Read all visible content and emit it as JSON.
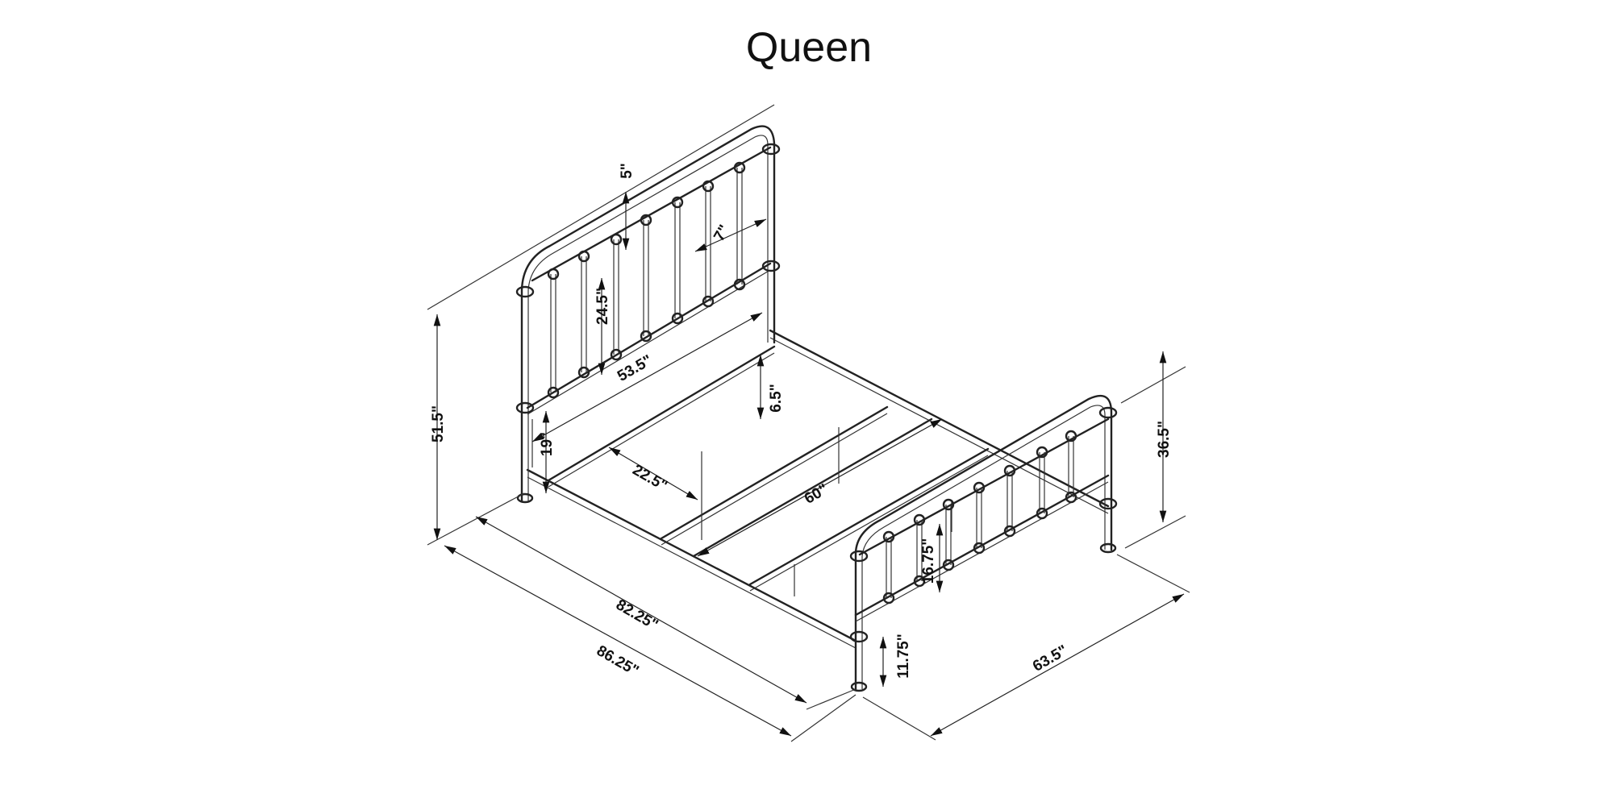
{
  "title": "Queen",
  "dimensions": {
    "spindle_top_gap": "5\"",
    "spindle_spacing": "7\"",
    "spindle_height": "24.5\"",
    "headboard_width": "53.5\"",
    "rail_drop": "6.5\"",
    "headboard_height": "51.5\"",
    "headboard_clearance": "19\"",
    "slat_spacing": "22.5\"",
    "inner_width": "60\"",
    "footboard_height": "36.5\"",
    "footboard_spindle_height": "16.75\"",
    "inner_length": "82.25\"",
    "overall_length": "86.25\"",
    "footboard_clearance": "11.75\"",
    "overall_width": "63.5\""
  }
}
